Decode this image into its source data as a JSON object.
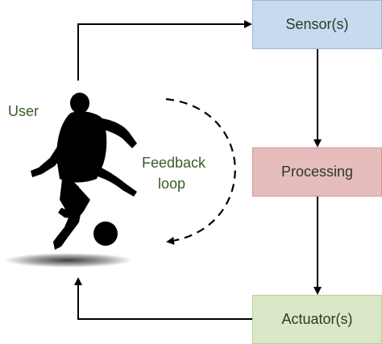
{
  "nodes": {
    "sensor": "Sensor(s)",
    "processing": "Processing",
    "actuator": "Actuator(s)"
  },
  "labels": {
    "user": "User",
    "feedback_line1": "Feedback",
    "feedback_line2": "loop"
  },
  "colors": {
    "sensor_fill": "#c6daf0",
    "processing_fill": "#e7bcbc",
    "actuator_fill": "#dbe8c8",
    "label_text": "#3a5a22",
    "arrow": "#000000"
  },
  "icons": {
    "user": "soccer-player-silhouette-icon"
  }
}
